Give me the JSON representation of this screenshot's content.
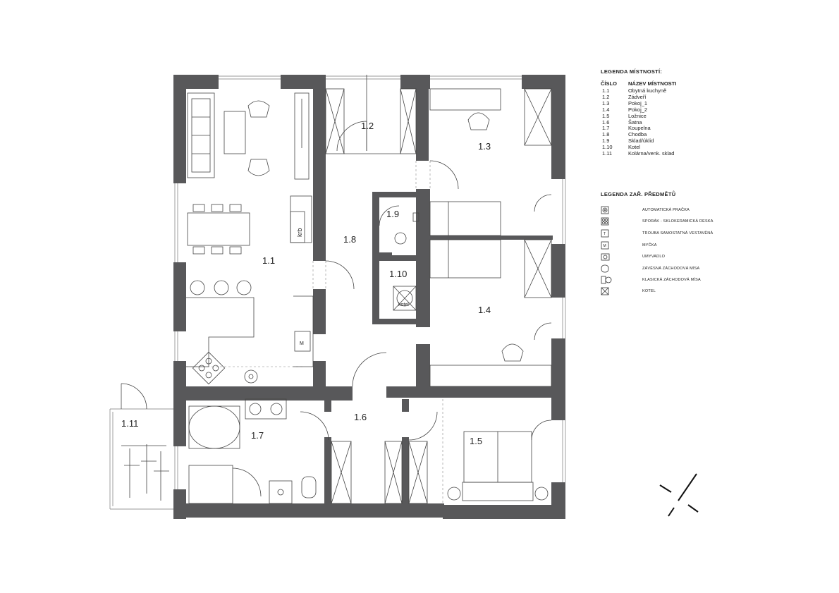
{
  "rooms_on_plan": [
    {
      "number": "1.1"
    },
    {
      "number": "1.2"
    },
    {
      "number": "1.3"
    },
    {
      "number": "1.4"
    },
    {
      "number": "1.5"
    },
    {
      "number": "1.6"
    },
    {
      "number": "1.7"
    },
    {
      "number": "1.8"
    },
    {
      "number": "1.9"
    },
    {
      "number": "1.10"
    },
    {
      "number": "1.11"
    }
  ],
  "plan_annotations": {
    "fireplace": "krb",
    "boiler": "kotel",
    "washer": "M"
  },
  "legend_rooms": {
    "title": "LEGENDA MÍSTNOSTÍ:",
    "col_number": "ČÍSLO",
    "col_name": "NÁZEV MÍSTNOSTI",
    "rows": [
      {
        "number": "1.1",
        "name": "Obytná kuchyně"
      },
      {
        "number": "1.2",
        "name": "Zádveří"
      },
      {
        "number": "1.3",
        "name": "Pokoj_1"
      },
      {
        "number": "1.4",
        "name": "Pokoj_2"
      },
      {
        "number": "1.5",
        "name": "Ložnice"
      },
      {
        "number": "1.6",
        "name": "Šatna"
      },
      {
        "number": "1.7",
        "name": "Koupelna"
      },
      {
        "number": "1.8",
        "name": "Chodba"
      },
      {
        "number": "1.9",
        "name": "Sklad/úklid"
      },
      {
        "number": "1.10",
        "name": "Kotel"
      },
      {
        "number": "1.11",
        "name": "Kolárna/venk. sklad"
      }
    ]
  },
  "legend_equipment": {
    "title": "LEGENDA ZAŘ. PŘEDMĚTŮ",
    "items": [
      {
        "icon": "washing-machine-icon",
        "label": "AUTOMATICKÁ PRAČKA"
      },
      {
        "icon": "cooktop-icon",
        "label": "SPORÁK - SKLOKERAMICKÁ DESKA"
      },
      {
        "icon": "oven-icon",
        "label": "TROUBA SAMOSTATNÁ VESTAVĚNÁ",
        "mark": "T"
      },
      {
        "icon": "dishwasher-icon",
        "label": "MYČKA",
        "mark": "M"
      },
      {
        "icon": "washbasin-icon",
        "label": "UMYVADLO"
      },
      {
        "icon": "wall-toilet-icon",
        "label": "ZÁVĚSNÁ ZÁCHODOVÁ MÍSA"
      },
      {
        "icon": "floor-toilet-icon",
        "label": "KLASICKÁ ZÁCHODOVÁ MÍSA"
      },
      {
        "icon": "boiler-icon",
        "label": "KOTEL"
      }
    ]
  },
  "colors": {
    "wall": "#58585a",
    "line": "#333333",
    "background": "#ffffff"
  }
}
